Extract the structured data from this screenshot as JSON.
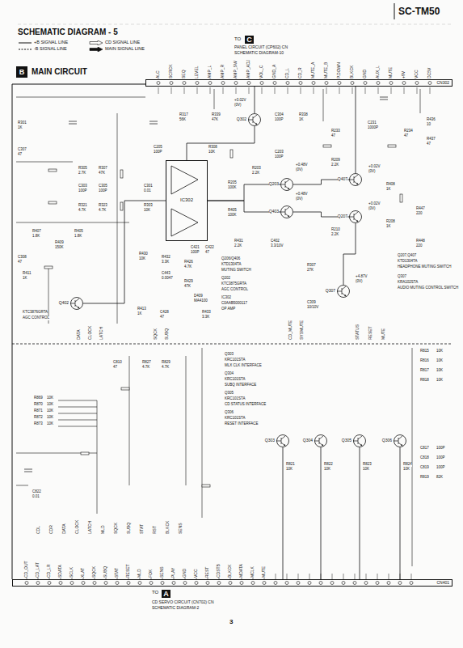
{
  "diagram": {
    "title": "SCHEMATIC DIAGRAM - 5",
    "nodes": [
      {
        "text": [
          "B",
          "MAIN CIRCUIT"
        ]
      },
      {
        "text": [
          "C"
        ]
      },
      {
        "text": [
          "CN302"
        ]
      },
      {
        "text": [
          "IC302"
        ]
      },
      {
        "text": [
          "Q302"
        ]
      },
      {
        "text": [
          "Q203"
        ]
      },
      {
        "text": [
          "Q403"
        ]
      },
      {
        "text": [
          "Q407"
        ]
      },
      {
        "text": [
          "Q207"
        ]
      },
      {
        "text": [
          "Q307"
        ]
      },
      {
        "text": [
          "Q402"
        ]
      },
      {
        "text": [
          "Q303"
        ]
      },
      {
        "text": [
          "Q304"
        ]
      },
      {
        "text": [
          "Q305"
        ]
      },
      {
        "text": [
          "Q306"
        ]
      },
      {
        "text": [
          "CN401"
        ]
      },
      {
        "text": [
          "A"
        ]
      }
    ],
    "edges": [
      {
        "from": 3,
        "to": 4,
        "arrow": "none"
      },
      {
        "from": 3,
        "to": 5,
        "arrow": "none"
      },
      {
        "from": 3,
        "to": 6,
        "arrow": "none"
      },
      {
        "from": 5,
        "to": 7,
        "arrow": "none"
      },
      {
        "from": 6,
        "to": 8,
        "arrow": "none"
      },
      {
        "from": 10,
        "to": 3,
        "arrow": "none"
      },
      {
        "from": 4,
        "to": 2,
        "arrow": "none"
      },
      {
        "from": 9,
        "to": 8,
        "arrow": "none"
      },
      {
        "from": 11,
        "to": 15,
        "arrow": "none"
      },
      {
        "from": 12,
        "to": 15,
        "arrow": "none"
      },
      {
        "from": 13,
        "to": 15,
        "arrow": "none"
      },
      {
        "from": 14,
        "to": 15,
        "arrow": "none"
      },
      {
        "from": 7,
        "to": 2,
        "arrow": "none"
      }
    ],
    "labels": [
      "SC-TM50",
      "SCHEMATIC DIAGRAM - 5",
      "TO",
      "PANEL CIRCUIT (CP602) CN",
      "SCHEMATIC DIAGRAM-10",
      "ALC",
      "SCRCK",
      "SEQ",
      "LEVEL",
      "AMP_L",
      "AMP_R",
      "AMP_SW",
      "AMP_ADJ",
      "VOL_C",
      "GND_A",
      "CD_L",
      "CD_R",
      "MUTE_A",
      "MUTE_B",
      "P.DOWN",
      "BLKCK",
      "GND",
      "AUX_L",
      "MUTE",
      "+9V",
      "VCC",
      "DC5V",
      "R301",
      "1K",
      "C307",
      "47",
      "R305",
      "2.7K",
      "R307",
      "47K",
      "C303",
      "100P",
      "C305",
      "100P",
      "R321",
      "4.7K",
      "R323",
      "4.7K",
      "R407",
      "1.8K",
      "R409",
      "150K",
      "R405",
      "1.8K",
      "C308",
      "47",
      "R411",
      "1K",
      "KTC3876GRTA",
      "AGC CONTROL",
      "C301",
      "0.01",
      "R303",
      "10K",
      "R430",
      "10K",
      "R432",
      "3.3K",
      "C421",
      "100P",
      "C422",
      "47",
      "R426",
      "4.7K",
      "C443",
      "0.0047",
      "R429",
      "47K",
      "D409",
      "MA4100",
      "R413",
      "1K",
      "C428",
      "47",
      "R433",
      "3.3K",
      "Q206/Q406",
      "KTD1304TA",
      "MUTING SWITCH",
      "Q202",
      "KTC3875GRTA",
      "AGC CONTROL",
      "IC302",
      "C0AAB5000117",
      "OP AMP",
      "R317",
      "56K",
      "C205",
      "100P",
      "R308",
      "10K",
      "R339",
      "47K",
      "C304",
      "100P",
      "R338",
      "1K",
      "+0.02V",
      "(0V)",
      "R205",
      "100K",
      "R405",
      "100K",
      "R203",
      "2.2K",
      "R431",
      "2.2K",
      "C402",
      "3.3/10V",
      "+0.48V",
      "(0V)",
      "+0.48V",
      "(0V)",
      "C203",
      "100P",
      "R209",
      "2.2K",
      "R210",
      "2.2K",
      "+0.02V",
      "(0V)",
      "+0.02V",
      "(0V)",
      "R408",
      "1K",
      "R208",
      "1K",
      "C231",
      "1000P",
      "R233",
      "47",
      "R234",
      "47",
      "R436",
      "10",
      "R437",
      "47",
      "R447",
      "220",
      "R448",
      "220",
      "Q207,Q407",
      "KTD1304TA",
      "HEADPHONE MUTING SWITCH",
      "Q307",
      "KRA102STA",
      "AUDIO MUTING CONTROL SWITCH",
      "+4.87V",
      "(0V)",
      "R307",
      "27K",
      "C309",
      "10/10V",
      "DATA",
      "CLOCK",
      "LATCH",
      "SQCK",
      "SUBQ",
      "CD_MUTE",
      "SYSMUTE",
      "STATUS",
      "RESET",
      "MUTE",
      "C810",
      "47",
      "R827",
      "4.7K",
      "R829",
      "4.7K",
      "R869",
      "R870",
      "R871",
      "R872",
      "R873",
      "10K",
      "10K",
      "10K",
      "10K",
      "10K",
      "C822",
      "0.01",
      "Q303",
      "KRC101STA",
      "MLX CLK INTERFACE",
      "Q304",
      "KRC101STA",
      "SUBQ INTERFACE",
      "Q305",
      "KRC101STA",
      "CD STATUS INTERFACE",
      "Q306",
      "KRC101STA",
      "RESET INTERFACE",
      "R815",
      "R816",
      "R817",
      "R818",
      "10K",
      "10K",
      "10K",
      "10K",
      "C817",
      "C818",
      "C819",
      "R819",
      "100P",
      "100P",
      "100P",
      "82K",
      "R821",
      "10K",
      "R822",
      "10K",
      "R823",
      "10K",
      "R824",
      "10K",
      "CDL",
      "CDR",
      "DATA",
      "CLOCK",
      "LATCH",
      "MLD",
      "SQCK",
      "SUBQ",
      "STAT",
      "RST",
      "BLKCK",
      "SENS",
      "CD_OUT",
      "CD_LAT",
      "CD_LR",
      "SDATA",
      "SCLK",
      "XLAT",
      "SQCK",
      "SUBQ",
      "STAT",
      "RESET",
      "MLD",
      "FOK",
      "SENS",
      "PLAY",
      "GND",
      "VCC",
      "REST",
      "CDSTB",
      "BLKCK",
      "MDATA",
      "MCLK",
      "MUTE",
      "TO",
      "CD SERVO CIRCUIT (CN702) CN",
      "SCHEMATIC DIAGRAM-2",
      "3"
    ],
    "legend": [
      {
        "text": "+B SIGNAL LINE"
      },
      {
        "text": "-B SIGNAL LINE"
      },
      {
        "text": "CD SIGNAL LINE"
      },
      {
        "text": "MAIN SIGNAL LINE"
      }
    ]
  }
}
